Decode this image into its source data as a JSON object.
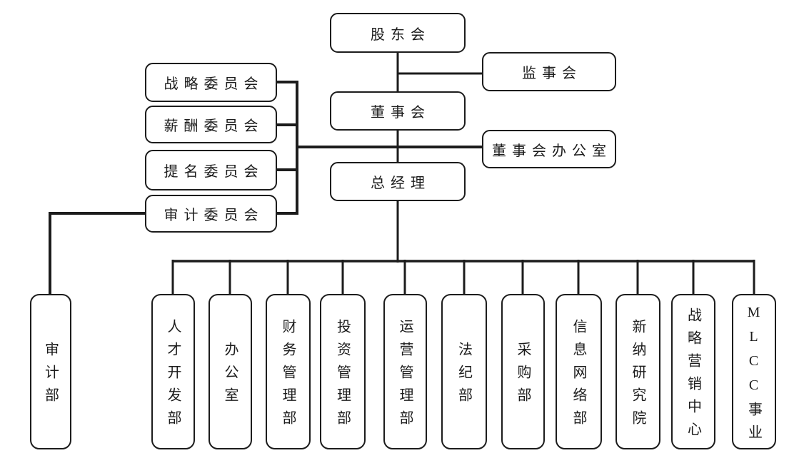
{
  "diagram": {
    "type": "org-chart",
    "background_color": "#ffffff",
    "line_color": "#1c1c1c",
    "nodes": [
      {
        "id": "shareholders-meeting",
        "label": "股东会",
        "level": "top"
      },
      {
        "id": "supervisory-board",
        "label": "监事会",
        "level": "top",
        "reports_to": "shareholders-meeting"
      },
      {
        "id": "board-of-directors",
        "label": "董事会",
        "level": "top",
        "reports_to": "shareholders-meeting"
      },
      {
        "id": "board-office",
        "label": "董事会办公室",
        "level": "staff",
        "reports_to": "board-of-directors"
      },
      {
        "id": "general-manager",
        "label": "总经理",
        "level": "top",
        "reports_to": "board-of-directors"
      },
      {
        "id": "strategy-committee",
        "label": "战略委员会",
        "level": "committee",
        "reports_to": "board-of-directors"
      },
      {
        "id": "compensation-committee",
        "label": "薪酬委员会",
        "level": "committee",
        "reports_to": "board-of-directors"
      },
      {
        "id": "nomination-committee",
        "label": "提名委员会",
        "level": "committee",
        "reports_to": "board-of-directors"
      },
      {
        "id": "audit-committee",
        "label": "审计委员会",
        "level": "committee",
        "reports_to": "board-of-directors"
      },
      {
        "id": "audit-dept",
        "label": "审计部",
        "level": "department",
        "reports_to": "audit-committee"
      },
      {
        "id": "talent-development-dept",
        "label": "人才开发部",
        "level": "department",
        "reports_to": "general-manager"
      },
      {
        "id": "general-office",
        "label": "办公室",
        "level": "department",
        "reports_to": "general-manager"
      },
      {
        "id": "finance-management-dept",
        "label": "财务管理部",
        "level": "department",
        "reports_to": "general-manager"
      },
      {
        "id": "investment-management-dept",
        "label": "投资管理部",
        "level": "department",
        "reports_to": "general-manager"
      },
      {
        "id": "operations-management-dept",
        "label": "运营管理部",
        "level": "department",
        "reports_to": "general-manager"
      },
      {
        "id": "law-discipline-dept",
        "label": "法纪部",
        "level": "department",
        "reports_to": "general-manager"
      },
      {
        "id": "procurement-dept",
        "label": "采购部",
        "level": "department",
        "reports_to": "general-manager"
      },
      {
        "id": "information-network-dept",
        "label": "信息网络部",
        "level": "department",
        "reports_to": "general-manager"
      },
      {
        "id": "xinna-research-institute",
        "label": "新纳研究院",
        "level": "department",
        "reports_to": "general-manager"
      },
      {
        "id": "strategic-marketing-center",
        "label": "战略营销中心",
        "level": "department",
        "reports_to": "general-manager"
      },
      {
        "id": "mlcc-business",
        "label": "MLCC事业",
        "level": "department",
        "reports_to": "general-manager"
      }
    ]
  }
}
